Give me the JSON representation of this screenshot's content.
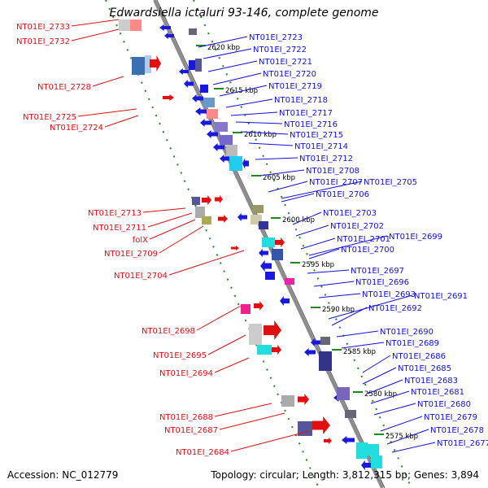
{
  "title": "Edwardsiella ictaluri 93-146, complete genome",
  "accession": "Accession: NC_012779",
  "topology": "Topology: circular; Length: 3,812,315 bp; Genes: 3,894",
  "colors": {
    "forward": "#e01010",
    "reverse": "#1010dd",
    "backbone": "#888888",
    "ticks": "#1a8a1a"
  },
  "scale_labels": [
    "2620 kbp",
    "2615 kbp",
    "2610 kbp",
    "2605 kbp",
    "2600 kbp",
    "2595 kbp",
    "2590 kbp",
    "2585 kbp",
    "2580 kbp",
    "2575 kbp"
  ],
  "left_labels": [
    "NT01EI_2733",
    "NT01EI_2732",
    "NT01EI_2728",
    "NT01EI_2725",
    "NT01EI_2724",
    "NT01EI_2713",
    "NT01EI_2711",
    "folX",
    "NT01EI_2709",
    "NT01EI_2704",
    "NT01EI_2698",
    "NT01EI_2695",
    "NT01EI_2694",
    "NT01EI_2688",
    "NT01EI_2687",
    "NT01EI_2684"
  ],
  "right_labels": [
    "NT01EI_2723",
    "NT01EI_2722",
    "NT01EI_2721",
    "NT01EI_2720",
    "NT01EI_2719",
    "NT01EI_2718",
    "NT01EI_2717",
    "NT01EI_2716",
    "NT01EI_2715",
    "NT01EI_2714",
    "NT01EI_2712",
    "NT01EI_2708",
    "NT01EI_2707",
    "NT01EI_2705",
    "NT01EI_2706",
    "NT01EI_2703",
    "NT01EI_2702",
    "NT01EI_2701",
    "NT01EI_2699",
    "NT01EI_2700",
    "NT01EI_2697",
    "NT01EI_2696",
    "NT01EI_2693",
    "NT01EI_2691",
    "NT01EI_2692",
    "NT01EI_2690",
    "NT01EI_2689",
    "NT01EI_2686",
    "NT01EI_2685",
    "NT01EI_2683",
    "NT01EI_2681",
    "NT01EI_2680",
    "NT01EI_2679",
    "NT01EI_2678",
    "NT01EI_2677"
  ]
}
